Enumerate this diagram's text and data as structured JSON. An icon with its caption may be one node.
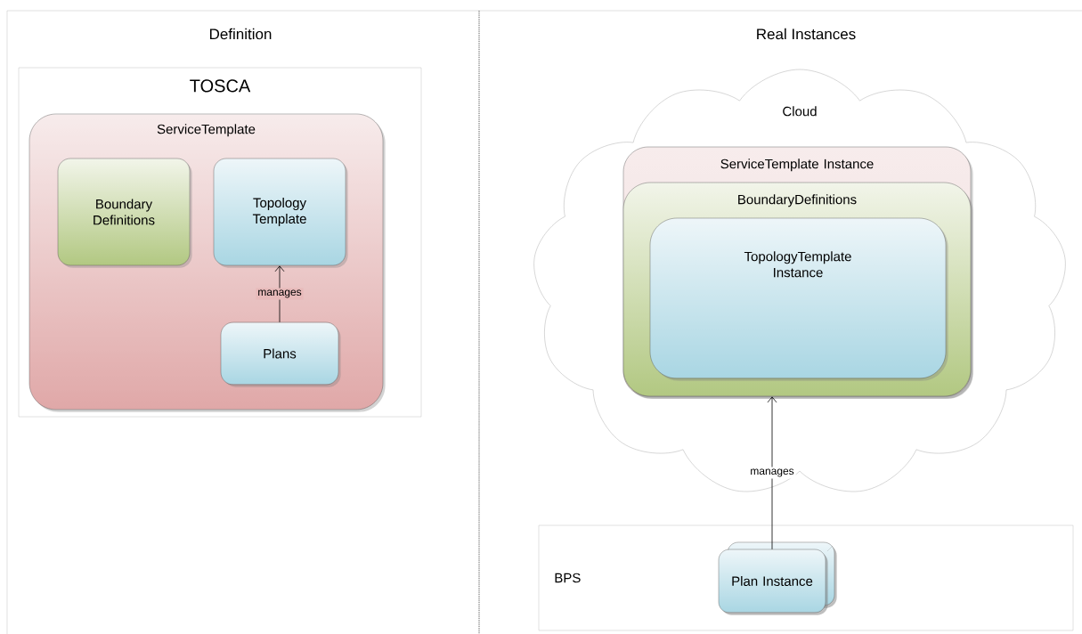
{
  "diagram": {
    "nodes": [
      {
        "text": [
          "TOSCA"
        ]
      },
      {
        "text": [
          "ServiceTemplate"
        ],
        "in": 0
      },
      {
        "text": [
          "Boundary Definitions"
        ],
        "in": 1
      },
      {
        "text": [
          "Topology Template"
        ],
        "in": 1
      },
      {
        "text": [
          "Plans"
        ],
        "in": 1
      },
      {
        "text": [
          "Cloud"
        ]
      },
      {
        "text": [
          "ServiceTemplate Instance"
        ],
        "in": 5
      },
      {
        "text": [
          "BoundaryDefinitions"
        ],
        "in": 6
      },
      {
        "text": [
          "TopologyTemplate Instance"
        ],
        "in": 7
      },
      {
        "text": [
          "BPS"
        ]
      },
      {
        "text": [
          "Plan Instance"
        ],
        "in": 9
      }
    ],
    "edges": [
      {
        "from": 4,
        "to": 3,
        "arrow": "to",
        "label": "manages"
      },
      {
        "from": 10,
        "to": 7,
        "arrow": "to",
        "label": "manages"
      }
    ],
    "labels": [
      "Definition",
      "Real Instances"
    ]
  }
}
